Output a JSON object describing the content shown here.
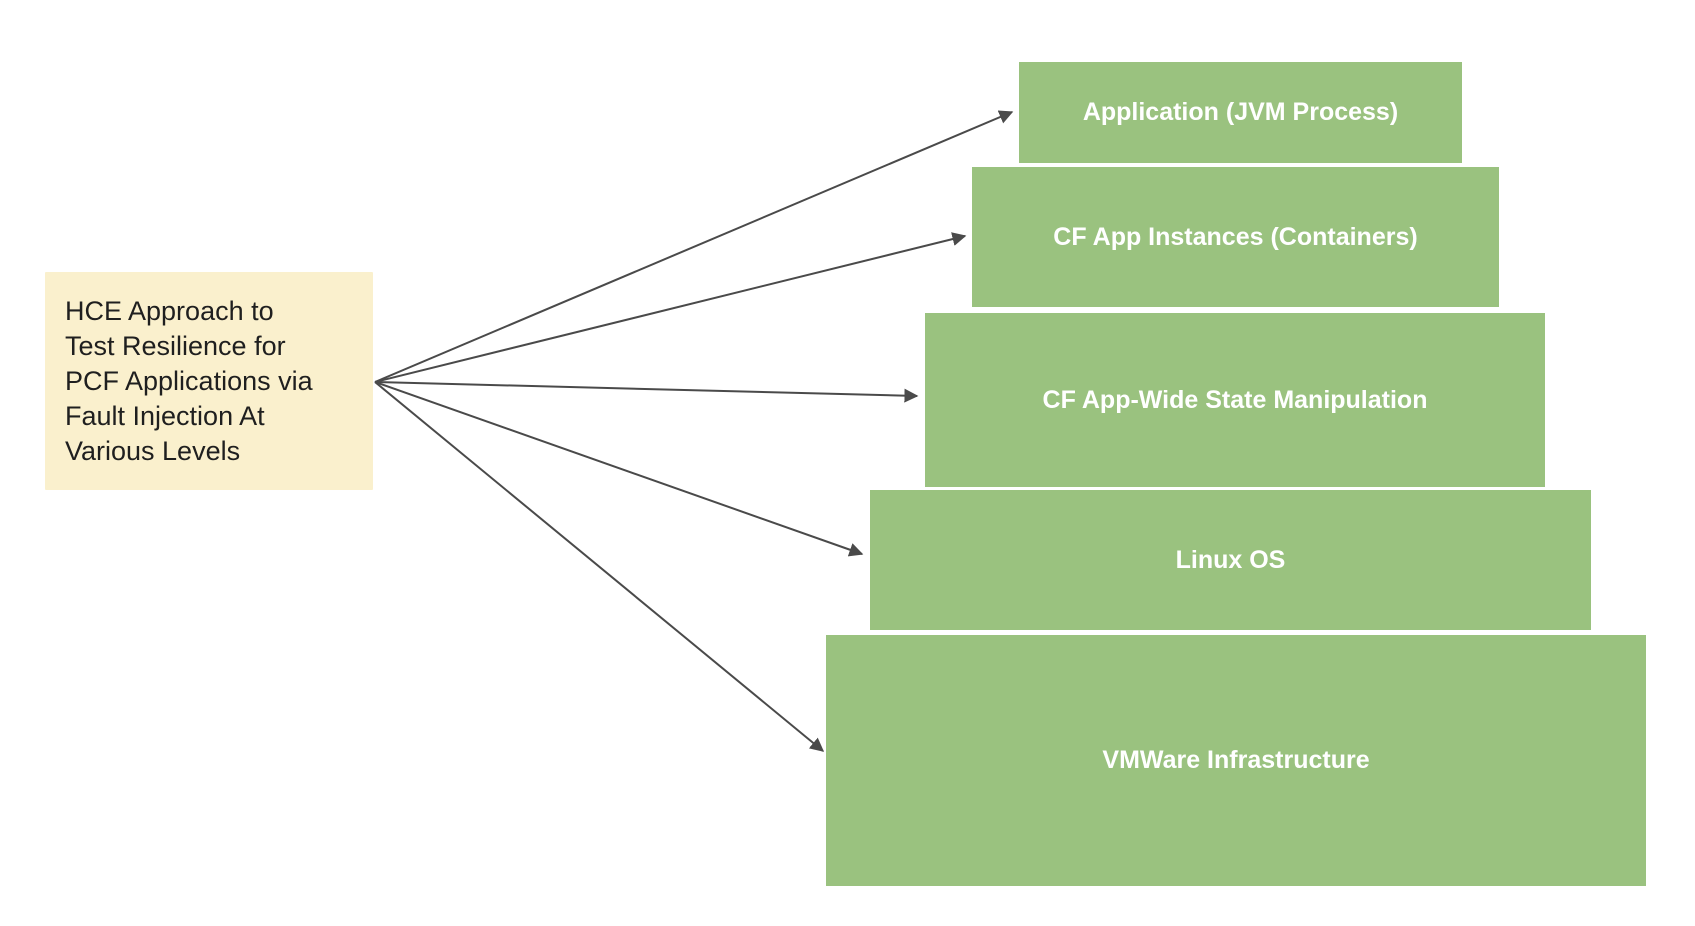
{
  "diagram": {
    "background": "#ffffff",
    "note_box": {
      "text": "HCE Approach to Test Resilience for PCF Applications via Fault Injection At Various Levels",
      "lines": [
        "HCE Approach to",
        "Test Resilience for",
        "PCF Applications via",
        "Fault Injection At",
        "Various Levels"
      ],
      "background": "#faf0cd",
      "text_color": "#1f1f1f"
    },
    "levels": [
      {
        "label": "Application (JVM Process)"
      },
      {
        "label": "CF App Instances (Containers)"
      },
      {
        "label": "CF App-Wide State Manipulation"
      },
      {
        "label": "Linux OS"
      },
      {
        "label": "VMWare Infrastructure"
      }
    ],
    "colors": {
      "level_fill": "#9ac27f",
      "level_text": "#ffffff",
      "arrow": "#4a4a4a"
    }
  }
}
